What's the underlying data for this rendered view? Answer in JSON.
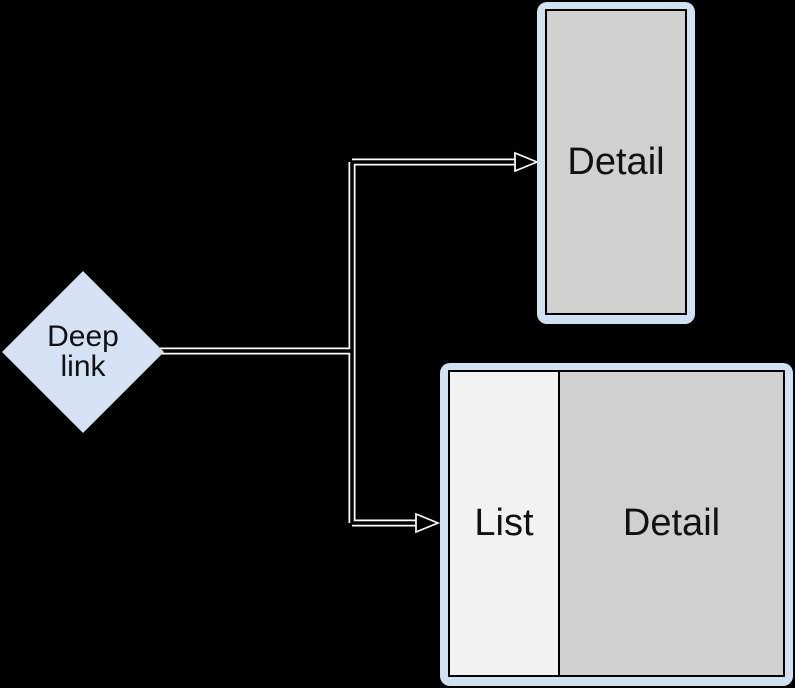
{
  "canvas": {
    "background": "#000000"
  },
  "colors": {
    "canvas_bg": "#000000",
    "node_fill_blue": "#d4e2f4",
    "device_frame_blue": "#d0e1f3",
    "detail_pane_gray": "#d0d0d0",
    "list_pane_gray": "#f2f2f2",
    "pane_border": "#000000",
    "connector_core": "#000000",
    "connector_casing": "#ffffff",
    "label_text": "#111111"
  },
  "diagram": {
    "decision_node": {
      "shape": "diamond",
      "label": "Deep link"
    },
    "portrait_layout": {
      "detail_label": "Detail"
    },
    "landscape_layout": {
      "list_label": "List",
      "detail_label": "Detail"
    },
    "connectors": [
      {
        "from": "deep-link",
        "to": "portrait-detail",
        "arrow": "open-triangle"
      },
      {
        "from": "deep-link",
        "to": "landscape-list-detail",
        "arrow": "open-triangle"
      }
    ]
  }
}
